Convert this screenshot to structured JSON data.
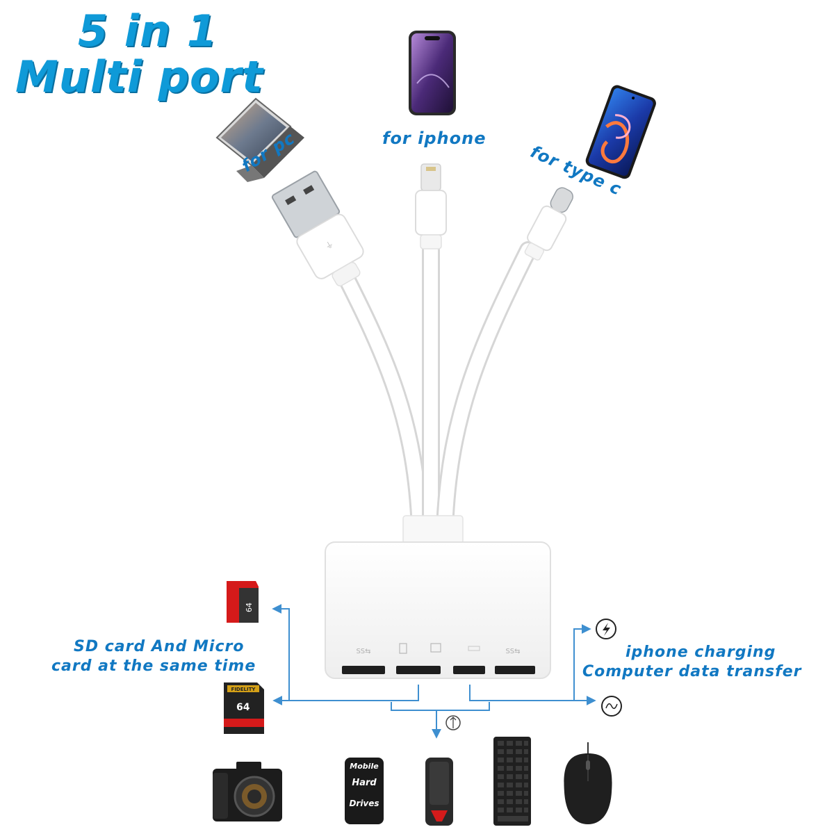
{
  "headline": {
    "line1": "5 in 1",
    "line2": "Multi port"
  },
  "connectors": {
    "pc": "for pc",
    "iphone": "for iphone",
    "typec": "for type c"
  },
  "left_callout": {
    "line1": "SD card And Micro",
    "line2": "card at the same time"
  },
  "right_callout": {
    "line1": "iphone charging",
    "line2": "Computer data transfer"
  },
  "sd_card": {
    "brand": "FIDELITY",
    "capacity": "64"
  },
  "micro_card": {
    "capacity": "64"
  },
  "hard_drive": {
    "line1": "Mobile",
    "line2": "Hard",
    "line3": "Drives"
  },
  "colors": {
    "label_blue": "#1178c2",
    "headline_blue": "#0f9ad8",
    "arrow_blue": "#3e8fd0"
  },
  "icons": [
    "laptop-icon",
    "iphone-icon",
    "android-phone-icon",
    "usb-a-plug",
    "lightning-plug",
    "usb-c-plug",
    "adapter-hub",
    "micro-sd-card-icon",
    "sd-card-icon",
    "charging-icon",
    "data-transfer-icon",
    "usb-icon",
    "camera-icon",
    "hard-drive-icon",
    "usb-flash-drive-icon",
    "keyboard-icon",
    "mouse-icon"
  ]
}
